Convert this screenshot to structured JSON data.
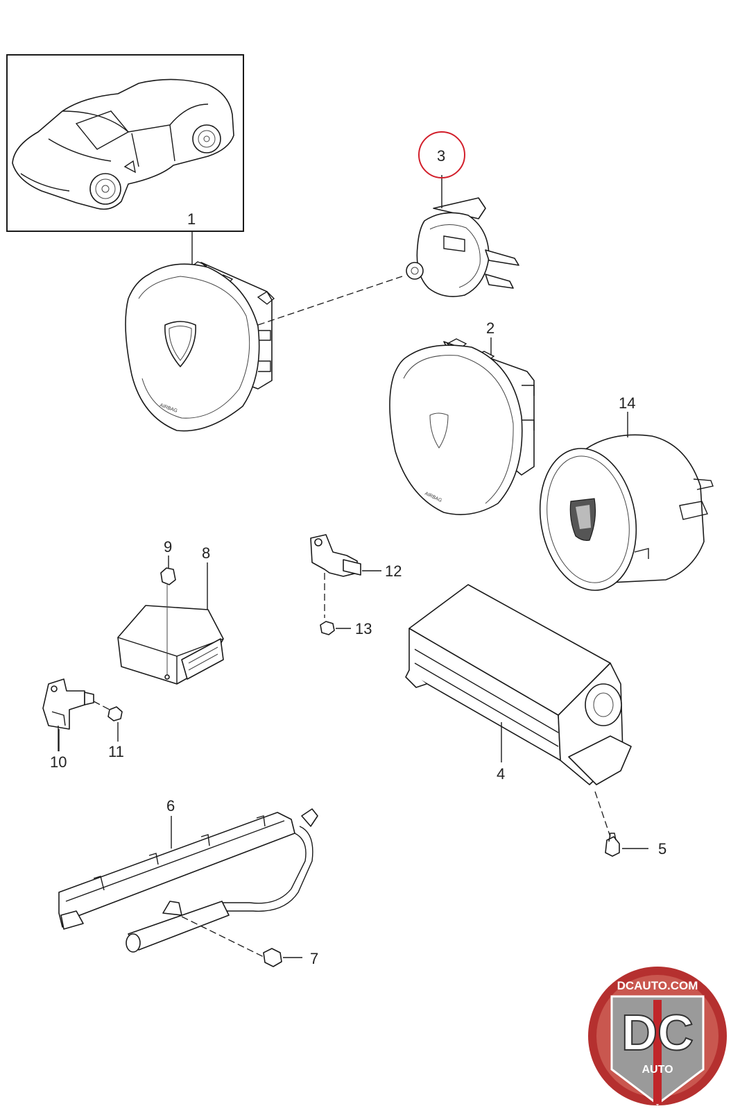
{
  "callouts": {
    "p1": "1",
    "p2": "2",
    "p3": "3",
    "p4": "4",
    "p5": "5",
    "p6": "6",
    "p7": "7",
    "p8": "8",
    "p9": "9",
    "p10": "10",
    "p11": "11",
    "p12": "12",
    "p13": "13",
    "p14": "14"
  },
  "highlighted_callout": "3",
  "highlight_color": "#d21f2b",
  "watermark": {
    "top_text": "DCAUTO.COM",
    "letters": "DC",
    "bottom_text": "AUTO",
    "ring_color": "#b5302f"
  }
}
